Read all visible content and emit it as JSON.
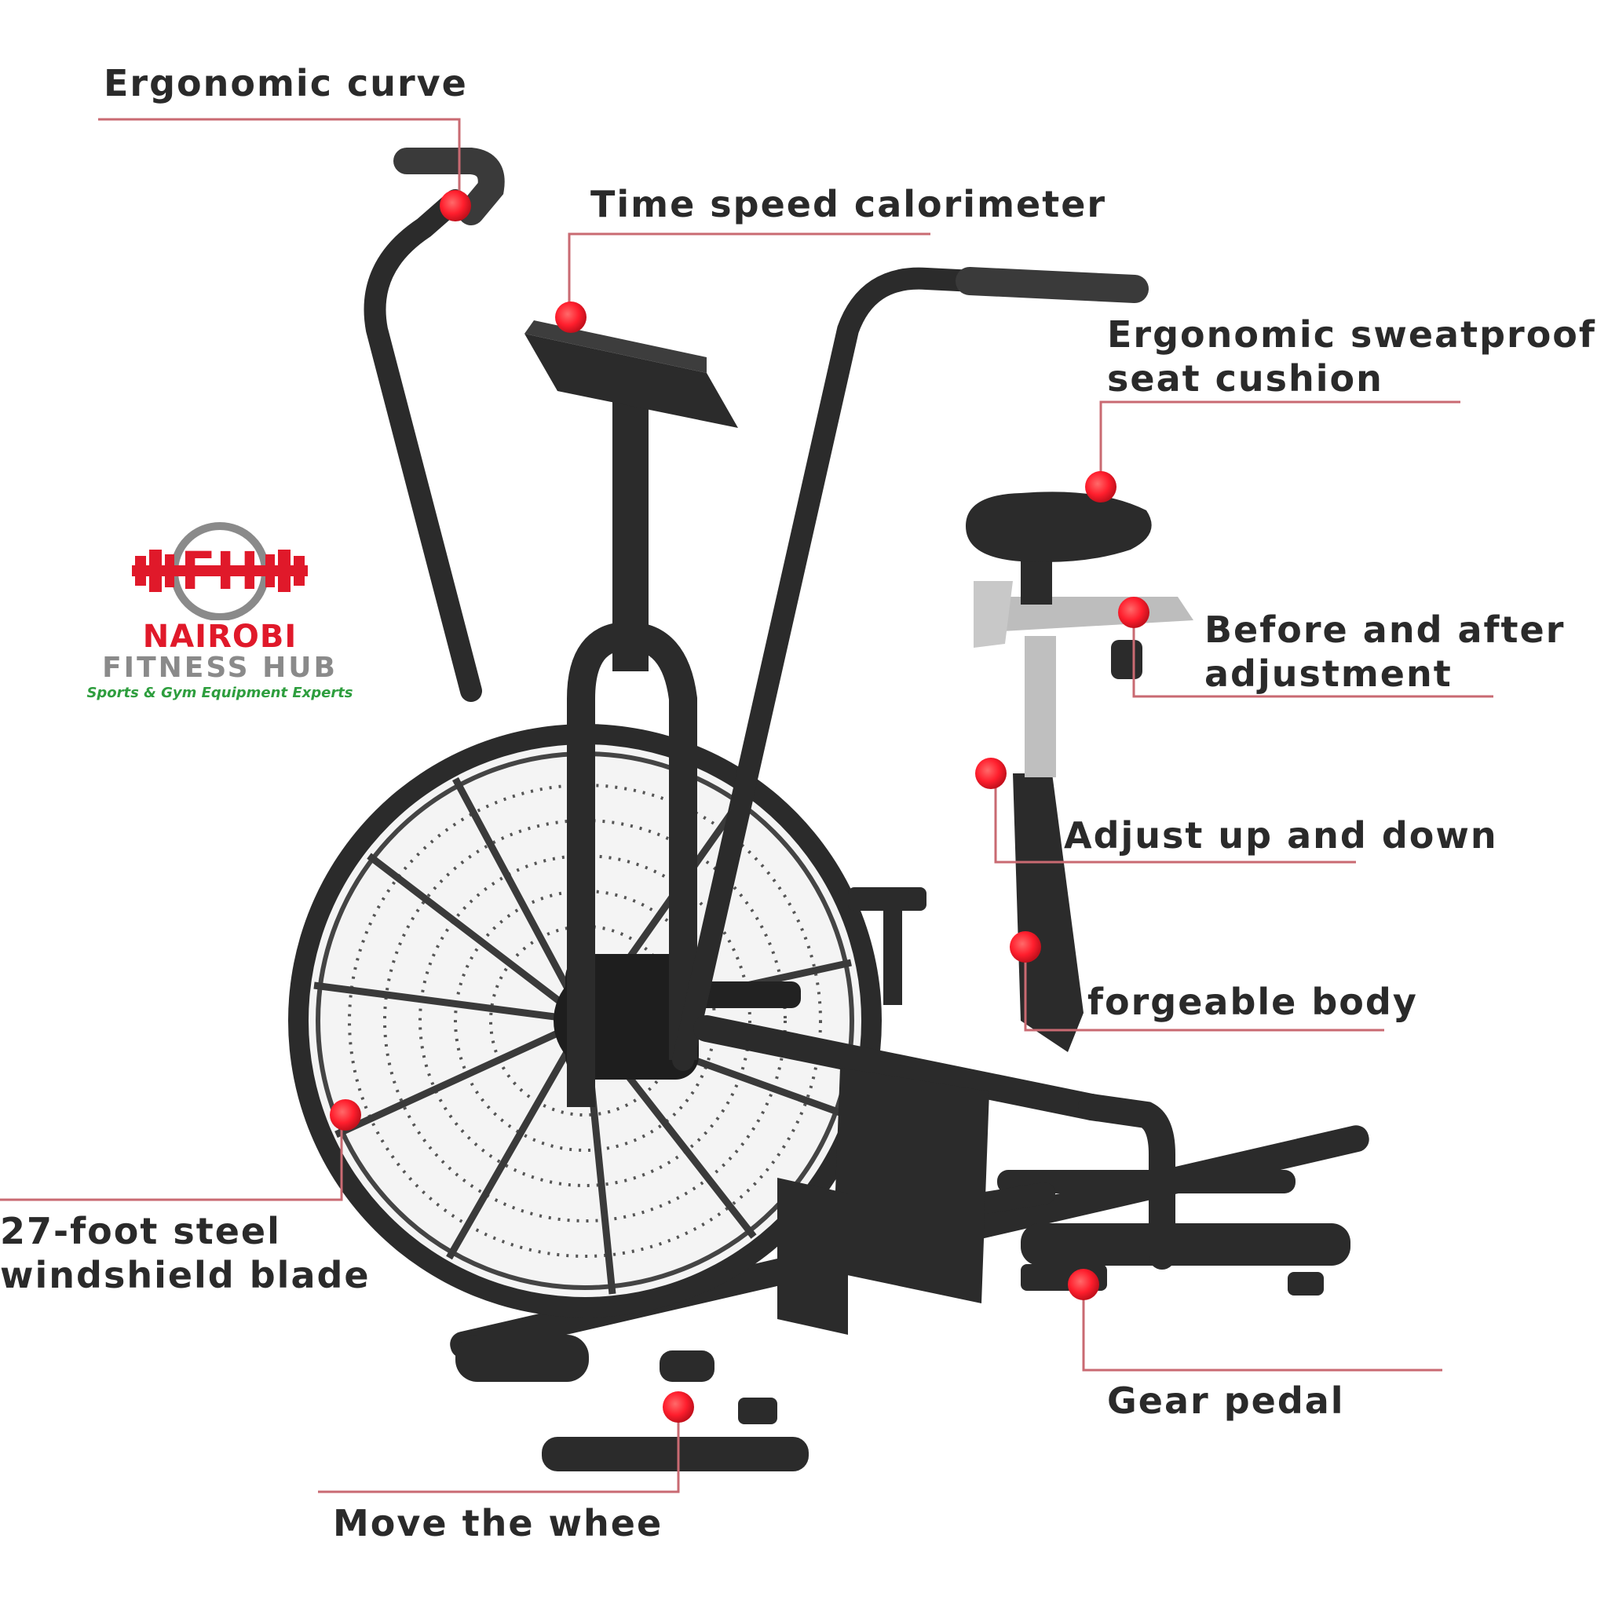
{
  "brand": {
    "line1": "NAIROBI",
    "line2": "FITNESS HUB",
    "tagline": "Sports & Gym Equipment Experts",
    "monogram": "FH",
    "icon": "barbell-logo-icon",
    "red": "#e0192a",
    "grey": "#8a8a8a",
    "green": "#2e9e3e"
  },
  "colors": {
    "callout_line": "#c96a72",
    "marker": "#ff1e2d",
    "frame": "#2b2b2b",
    "label_text": "#2a2a2a"
  },
  "callouts": [
    {
      "id": "ergonomic-curve",
      "text": "Ergonomic curve"
    },
    {
      "id": "time-speed-calorimeter",
      "text": "Time speed calorimeter"
    },
    {
      "id": "seat-cushion",
      "text": "Ergonomic sweatproof\nseat cushion"
    },
    {
      "id": "before-after-adjustment",
      "text": "Before and after\nadjustment"
    },
    {
      "id": "adjust-up-down",
      "text": "Adjust up and down"
    },
    {
      "id": "forgeable-body",
      "text": "forgeable body"
    },
    {
      "id": "windshield-blade",
      "text": "27-foot steel\nwindshield blade"
    },
    {
      "id": "gear-pedal",
      "text": "Gear pedal"
    },
    {
      "id": "move-the-whee",
      "text": "Move the whee"
    }
  ]
}
